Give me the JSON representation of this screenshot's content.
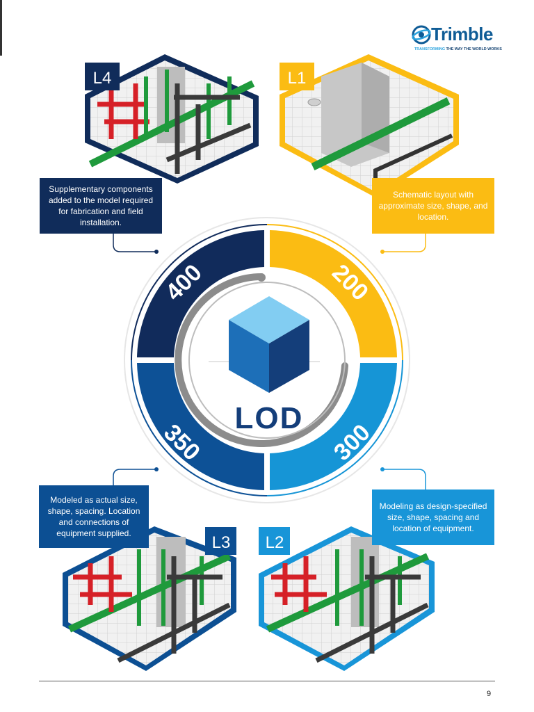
{
  "logo": {
    "name": "Trimble",
    "tagline_highlight": "TRANSFORMING",
    "tagline_rest": " THE WAY THE WORLD WORKS"
  },
  "center_label": "LOD",
  "segments": [
    {
      "value": "400",
      "color": "#112b5b"
    },
    {
      "value": "200",
      "color": "#fbbc13"
    },
    {
      "value": "350",
      "color": "#0d5196"
    },
    {
      "value": "300",
      "color": "#1695d6"
    }
  ],
  "levels": [
    {
      "badge": "L4",
      "color": "#102c5a",
      "description": "Supplementary components added to the model required for fabrication and field installation."
    },
    {
      "badge": "L1",
      "color": "#fbbc13",
      "description": "Schematic layout with approximate size, shape, and location."
    },
    {
      "badge": "L3",
      "color": "#0c4f93",
      "description": "Modeled as actual size, shape, spacing. Location and connections of equipment supplied."
    },
    {
      "badge": "L2",
      "color": "#1895d8",
      "description": "Modeling as design-specified size, shape, spacing and location of equipment."
    }
  ],
  "page_number": "9"
}
